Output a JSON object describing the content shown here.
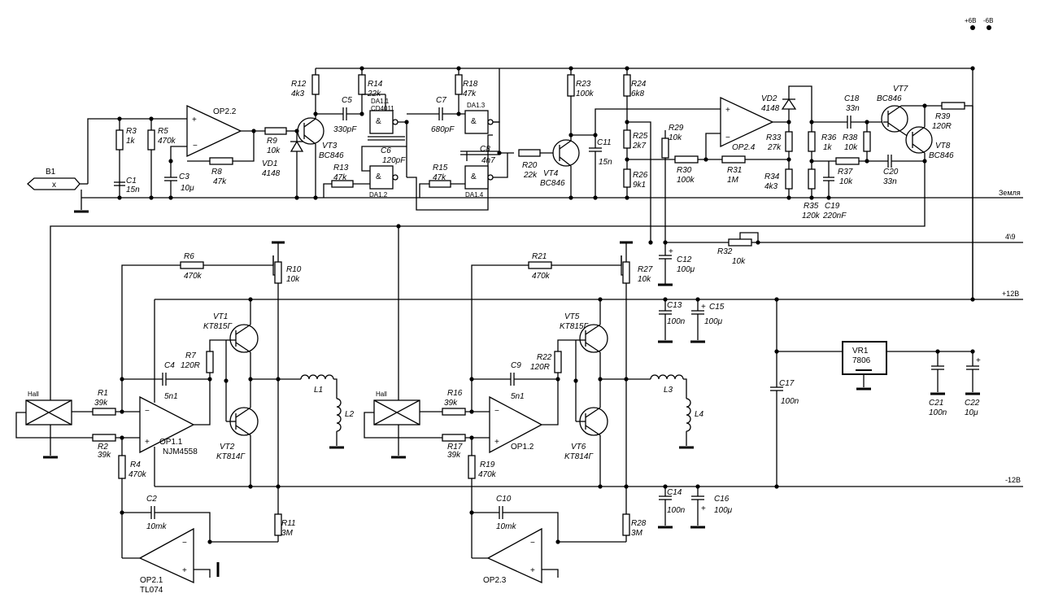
{
  "supply_labels": {
    "plus6": "+6В",
    "minus6": "-6В"
  },
  "nets": {
    "ground": "Земля",
    "n49": "4\\9",
    "plus12": "+12В",
    "minus12": "-12В"
  },
  "connector": {
    "ref": "B1",
    "pin": "x"
  },
  "resistors": [
    {
      "ref": "R1",
      "value": "39k"
    },
    {
      "ref": "R2",
      "value": "39k"
    },
    {
      "ref": "R3",
      "value": "1k"
    },
    {
      "ref": "R4",
      "value": "470k"
    },
    {
      "ref": "R5",
      "value": "470k"
    },
    {
      "ref": "R6",
      "value": "470k"
    },
    {
      "ref": "R7",
      "value": "120R"
    },
    {
      "ref": "R8",
      "value": "47k"
    },
    {
      "ref": "R9",
      "value": "10k"
    },
    {
      "ref": "R10",
      "value": "10k"
    },
    {
      "ref": "R11",
      "value": "3M"
    },
    {
      "ref": "R12",
      "value": "4k3"
    },
    {
      "ref": "R13",
      "value": "47k"
    },
    {
      "ref": "R14",
      "value": "22k"
    },
    {
      "ref": "R15",
      "value": "47k"
    },
    {
      "ref": "R16",
      "value": "39k"
    },
    {
      "ref": "R17",
      "value": "39k"
    },
    {
      "ref": "R18",
      "value": "47k"
    },
    {
      "ref": "R19",
      "value": "470k"
    },
    {
      "ref": "R20",
      "value": "22k"
    },
    {
      "ref": "R21",
      "value": "470k"
    },
    {
      "ref": "R22",
      "value": "120R"
    },
    {
      "ref": "R23",
      "value": "100k"
    },
    {
      "ref": "R24",
      "value": "6k8"
    },
    {
      "ref": "R25",
      "value": "2k7"
    },
    {
      "ref": "R26",
      "value": "9k1"
    },
    {
      "ref": "R27",
      "value": "10k"
    },
    {
      "ref": "R28",
      "value": "3M"
    },
    {
      "ref": "R29",
      "value": "10k"
    },
    {
      "ref": "R30",
      "value": "100k"
    },
    {
      "ref": "R31",
      "value": "1M"
    },
    {
      "ref": "R32",
      "value": "10k"
    },
    {
      "ref": "R33",
      "value": "27k"
    },
    {
      "ref": "R34",
      "value": "4k3"
    },
    {
      "ref": "R35",
      "value": "120k"
    },
    {
      "ref": "R36",
      "value": "1k"
    },
    {
      "ref": "R37",
      "value": "10k"
    },
    {
      "ref": "R38",
      "value": "10k"
    },
    {
      "ref": "R39",
      "value": "120R"
    }
  ],
  "capacitors": [
    {
      "ref": "C1",
      "value": "15n"
    },
    {
      "ref": "C2",
      "value": "10mk"
    },
    {
      "ref": "C3",
      "value": "10μ"
    },
    {
      "ref": "C4",
      "value": "5n1"
    },
    {
      "ref": "C5",
      "value": "330pF"
    },
    {
      "ref": "C6",
      "value": "120pF"
    },
    {
      "ref": "C7",
      "value": "680pF"
    },
    {
      "ref": "C8",
      "value": "4n7"
    },
    {
      "ref": "C9",
      "value": "5n1"
    },
    {
      "ref": "C10",
      "value": "10mk"
    },
    {
      "ref": "C11",
      "value": "15n"
    },
    {
      "ref": "C12",
      "value": "100μ"
    },
    {
      "ref": "C13",
      "value": "100n"
    },
    {
      "ref": "C14",
      "value": "100n"
    },
    {
      "ref": "C15",
      "value": "100μ"
    },
    {
      "ref": "C16",
      "value": "100μ"
    },
    {
      "ref": "C17",
      "value": "100n"
    },
    {
      "ref": "C18",
      "value": "33n"
    },
    {
      "ref": "C19",
      "value": "220nF"
    },
    {
      "ref": "C20",
      "value": "33n"
    },
    {
      "ref": "C21",
      "value": "100n"
    },
    {
      "ref": "C22",
      "value": "10μ"
    }
  ],
  "transistors": [
    {
      "ref": "VT1",
      "part": "KT815Г"
    },
    {
      "ref": "VT2",
      "part": "KT814Г"
    },
    {
      "ref": "VT3",
      "part": "BC846"
    },
    {
      "ref": "VT4",
      "part": "BC846"
    },
    {
      "ref": "VT5",
      "part": "KT815Г"
    },
    {
      "ref": "VT6",
      "part": "KT814Г"
    },
    {
      "ref": "VT7",
      "part": "BC846"
    },
    {
      "ref": "VT8",
      "part": "BC846"
    }
  ],
  "diodes": [
    {
      "ref": "VD1",
      "part": "4148"
    },
    {
      "ref": "VD2",
      "part": "4148"
    }
  ],
  "opamps": [
    {
      "ref": "OP1.1",
      "part": "NJM4558"
    },
    {
      "ref": "OP1.2",
      "part": ""
    },
    {
      "ref": "OP2.1",
      "part": "TL074"
    },
    {
      "ref": "OP2.2",
      "part": ""
    },
    {
      "ref": "OP2.3",
      "part": ""
    },
    {
      "ref": "OP2.4",
      "part": ""
    }
  ],
  "logic": {
    "chip": "CD4011",
    "gates": [
      "DA1.1",
      "DA1.2",
      "DA1.3",
      "DA1.4"
    ],
    "symbol": "&"
  },
  "regulator": {
    "ref": "VR1",
    "part": "7806"
  },
  "inductors": [
    "L1",
    "L2",
    "L3",
    "L4"
  ],
  "hall": [
    "Hall",
    "Hall"
  ]
}
